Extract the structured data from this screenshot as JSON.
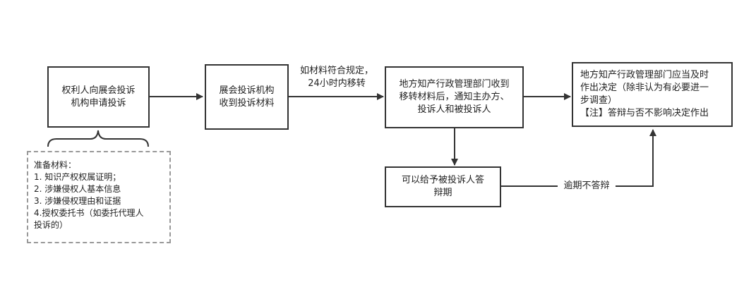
{
  "boxes": {
    "complaint": [
      "权利人向展会投诉",
      "机构申请投诉"
    ],
    "receive": [
      "展会投诉机构",
      "收到投诉材料"
    ],
    "ip_notify": [
      "地方知产行政管理部门收到",
      "移转材料后，通知主办方、",
      "投诉人和被投诉人"
    ],
    "defense": [
      "可以给予被投诉人答",
      "辩期"
    ],
    "decision": [
      "地方知产行政管理部门应当及时",
      "作出决定（除非认为有必要进一",
      "步调查）",
      "【注】答辩与否不影响决定作出"
    ]
  },
  "note": {
    "lines": [
      "准备材料：",
      "1. 知识产权权属证明；",
      "2. 涉嫌侵权人基本信息",
      "3. 涉嫌侵权理由和证据",
      "4.授权委托书（如委托代理人",
      "投诉的）"
    ]
  },
  "labels": {
    "transfer": [
      "如材料符合规定，",
      "24小时内移转"
    ],
    "overdue": "逾期不答辩"
  }
}
